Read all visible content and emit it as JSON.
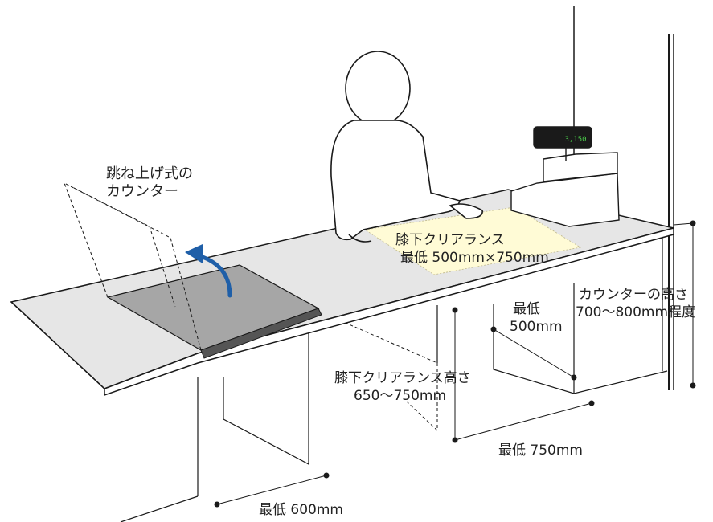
{
  "labels": {
    "flip_counter_line1": "跳ね上げ式の",
    "flip_counter_line2": "カウンター",
    "knee_clear_line1": "膝下クリアランス",
    "knee_clear_line2": "最低 500mm×750mm",
    "min_500_line1": "最低",
    "min_500_line2": "500mm",
    "counter_height_line1": "カウンターの高さ",
    "counter_height_line2": "700〜800mm程度",
    "knee_height_line1": "膝下クリアランス高さ",
    "knee_height_line2": "650〜750mm",
    "min_750": "最低 750mm",
    "min_600": "最低 600mm",
    "display_value": "3,150"
  },
  "colors": {
    "line": "#1a1a1a",
    "counter_top": "#e6e6e6",
    "flip_panel": "#a6a6a6",
    "flip_edge": "#555555",
    "clearance_area": "#fffbd6",
    "arrow": "#1f5fa8",
    "display_text": "#4cd04c"
  },
  "icons": {
    "arrow": "curved-arrow-up-icon",
    "person": "person-outline-icon",
    "register": "cash-register-icon"
  }
}
